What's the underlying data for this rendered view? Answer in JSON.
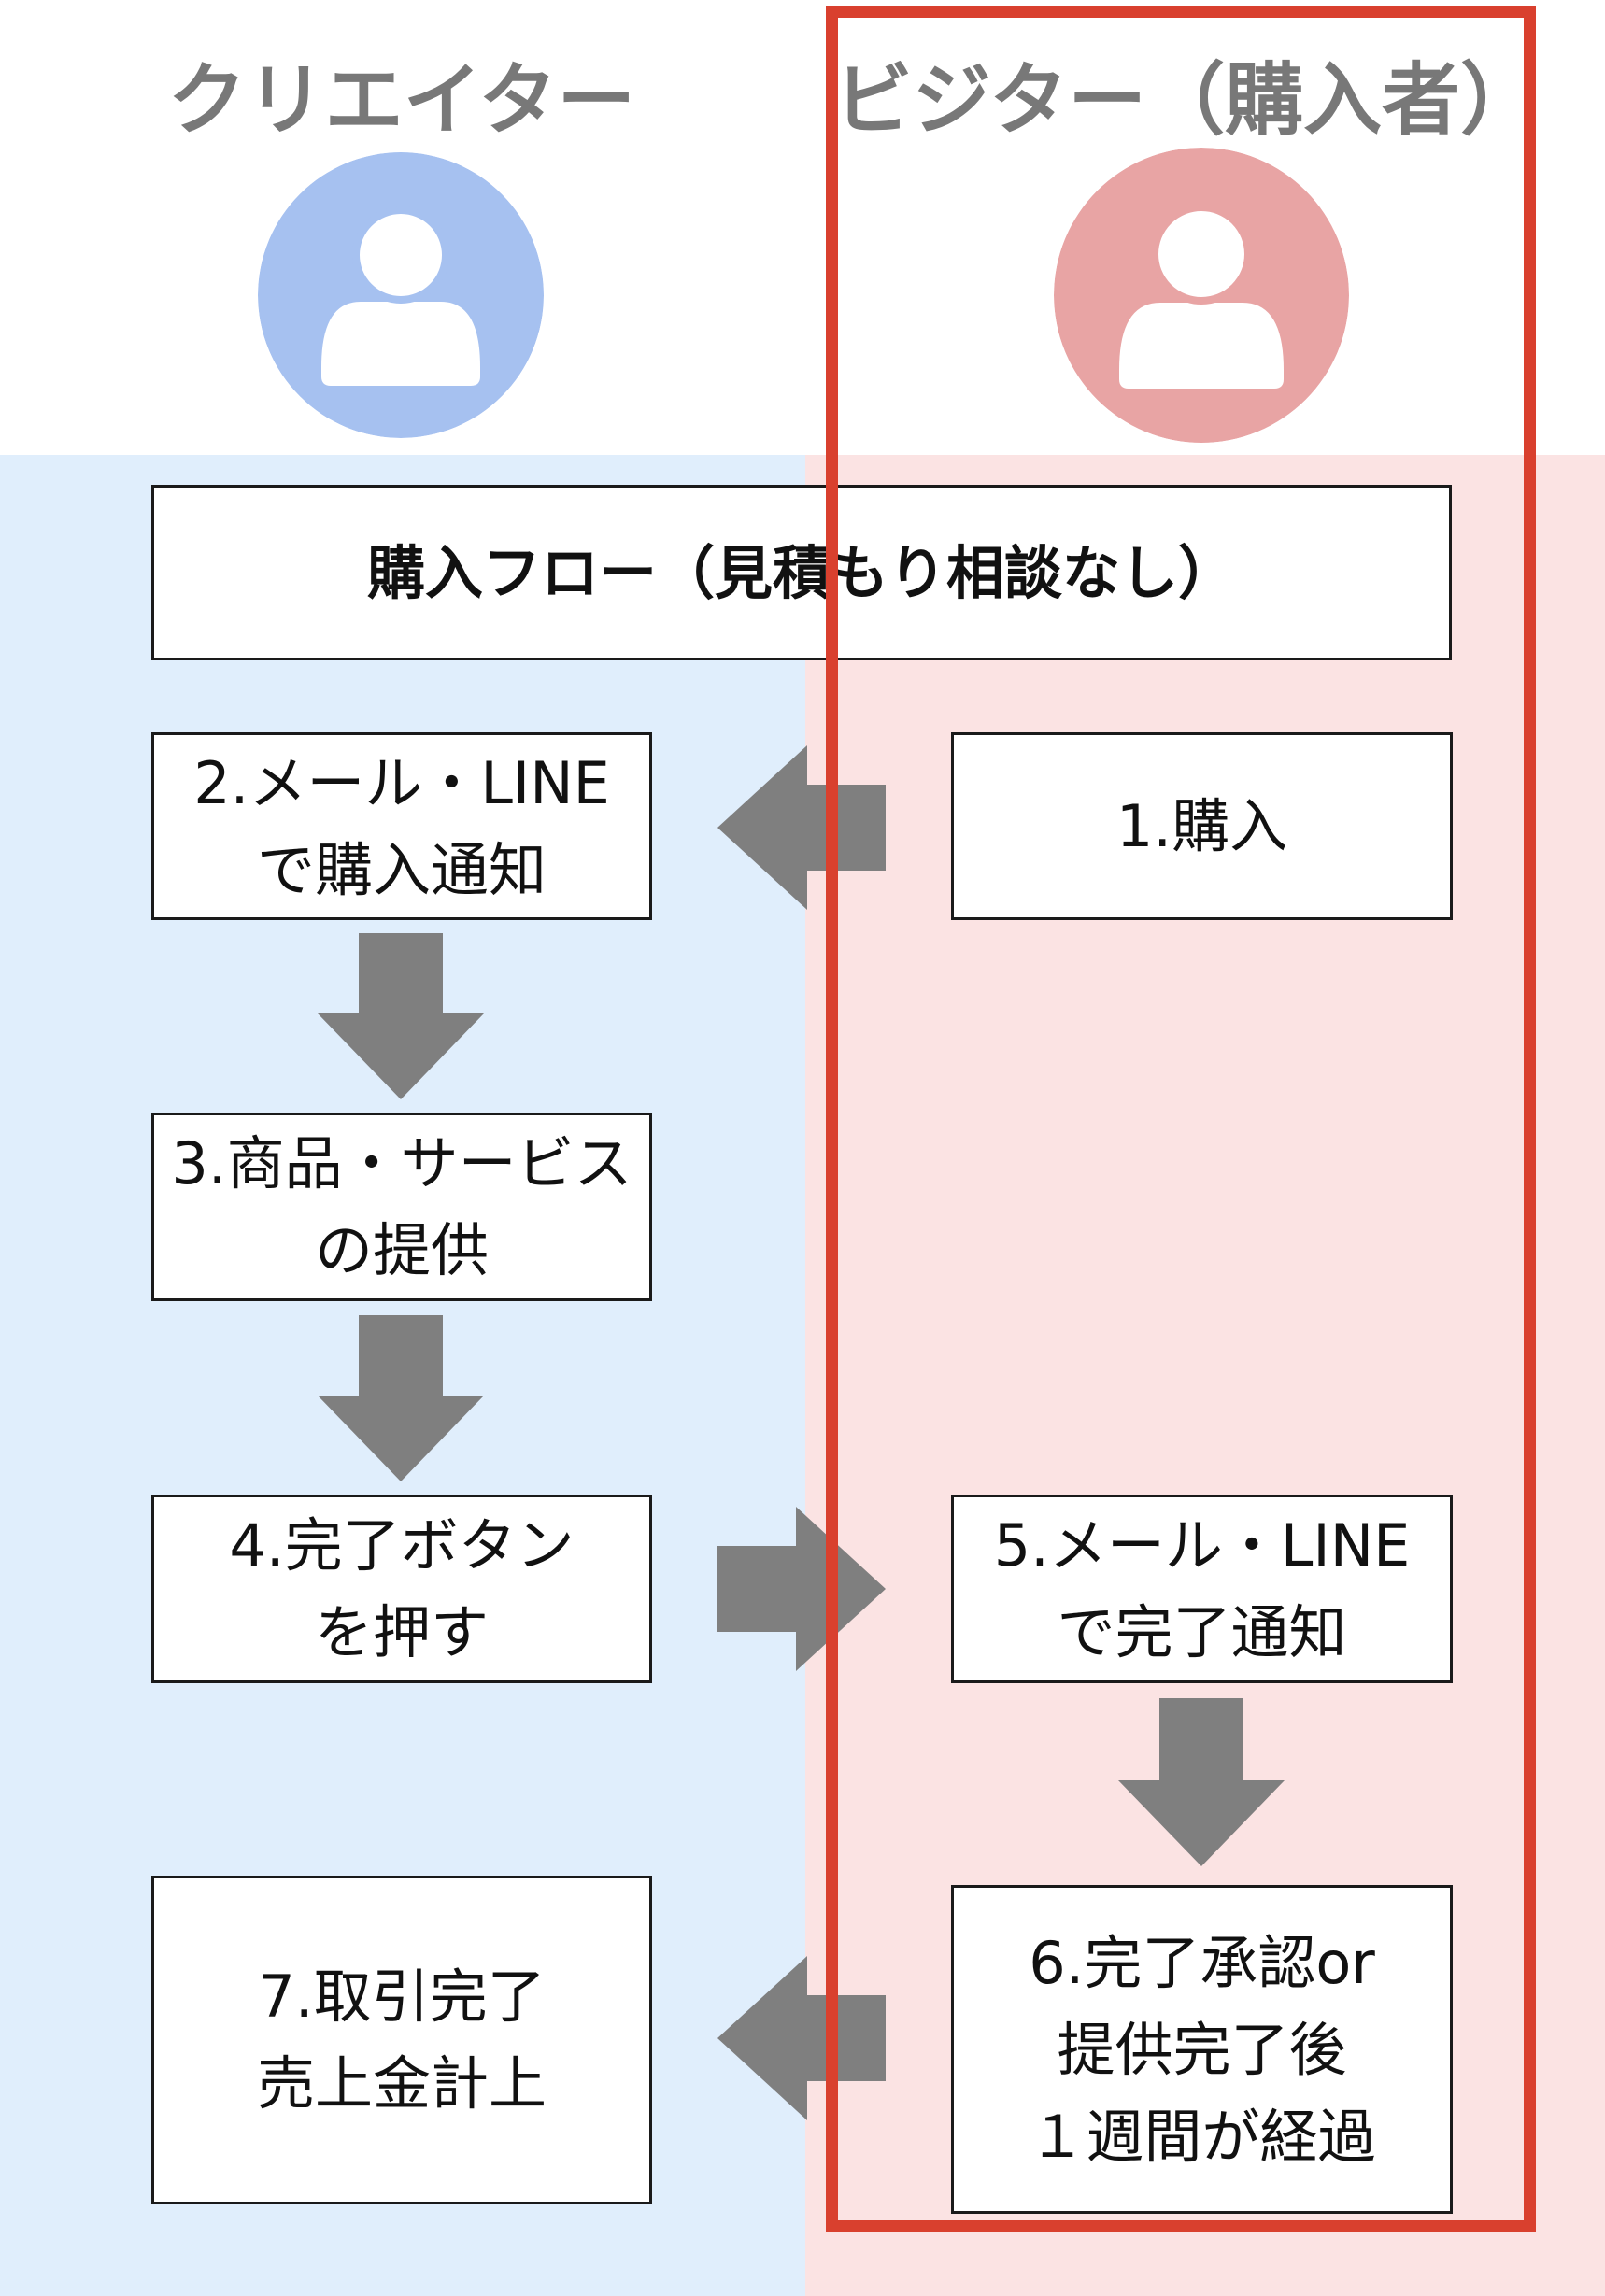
{
  "headers": {
    "creator": "クリエイター",
    "visitor": "ビジター（購入者）"
  },
  "flow": {
    "title": "購入フロー（見積もり相談なし）",
    "steps": {
      "s1": {
        "lines": [
          "1.購入"
        ]
      },
      "s2": {
        "lines": [
          "2.メール・LINE",
          "で購入通知"
        ]
      },
      "s3": {
        "lines": [
          "3.商品・サービス",
          "の提供"
        ]
      },
      "s4": {
        "lines": [
          "4.完了ボタン",
          "を押す"
        ]
      },
      "s5": {
        "lines": [
          "5.メール・LINE",
          "で完了通知"
        ]
      },
      "s6": {
        "lines": [
          "6.完了承認or",
          "提供完了後",
          "１週間が経過"
        ]
      },
      "s7": {
        "lines": [
          "7.取引完了",
          "売上金計上"
        ]
      }
    }
  },
  "icons": {
    "creator_avatar": "user-avatar-icon",
    "visitor_avatar": "user-avatar-icon",
    "arrow": "block-arrow-icon"
  },
  "colors": {
    "creator_lane": "#e0eefc",
    "visitor_lane": "#fbe3e3",
    "creator_avatar": "#a6c1f0",
    "visitor_avatar": "#e8a4a4",
    "arrow": "#7f7f7f",
    "highlight": "#d9402e",
    "header_text": "#787878"
  }
}
